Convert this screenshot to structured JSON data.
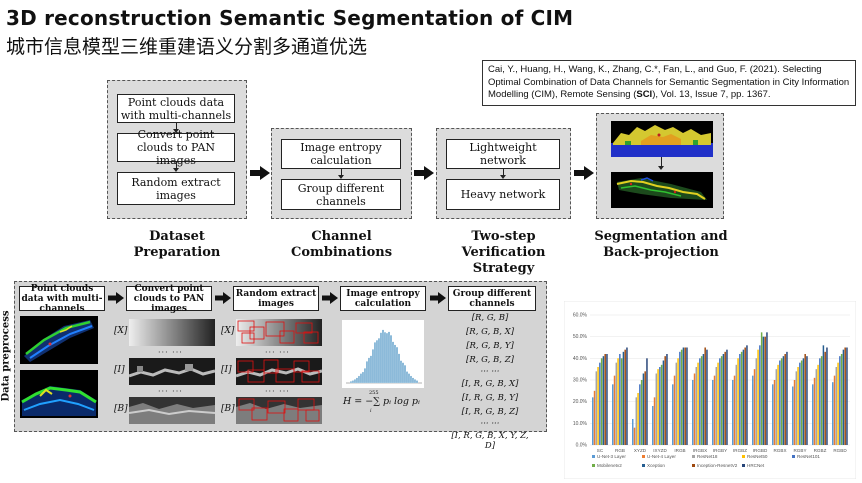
{
  "title_en": "3D reconstruction Semantic Segmentation of CIM",
  "title_zh": "城市信息模型三维重建语义分割多通道优选",
  "citation": {
    "pre": "Cai, Y., Huang, H., Wang, K., Zhang, C.*, Fan, L., and Guo, F. (2021). Selecting Optimal Combination of Data Channels for Semantic Segmentation in City Information Modelling (CIM), Remote Sensing (",
    "bold": "SCI",
    "post": "), Vol. 13, Issue 7, pp. 1367."
  },
  "stages": [
    {
      "label": "Dataset Preparation",
      "boxes": [
        "Point clouds data with multi-channels",
        "Convert point clouds to PAN images",
        "Random extract images"
      ]
    },
    {
      "label": "Channel Combinations",
      "boxes": [
        "Image entropy calculation",
        "Group different channels"
      ]
    },
    {
      "label": "Two-step Verification Strategy",
      "boxes": [
        "Lightweight network",
        "Heavy network"
      ]
    },
    {
      "label": "Segmentation and Back-projection",
      "boxes": []
    }
  ],
  "preprocess": {
    "side_label": "Data preprocess",
    "headers": [
      "Point clouds data with multi-channels",
      "Convert point clouds to PAN images",
      "Random extract images",
      "Image entropy calculation",
      "Group different channels"
    ],
    "channel_labels": [
      "[X]",
      "[I]",
      "[B]"
    ],
    "ellipsis": "··· ···",
    "formula": "H = −∑ pᵢ log pᵢ",
    "formula_upper": "255",
    "formula_lower": "i",
    "groups": [
      "[R, G, B]",
      "[R, G, B, X]",
      "[R, G, B, Y]",
      "[R, G, B, Z]",
      "··· ···",
      "[I, R, G, B, X]",
      "[I, R, G, B, Y]",
      "[I, R, G, B, Z]",
      "··· ···",
      "[I, R, G, B, X, Y, Z, D]"
    ]
  },
  "chart_data": {
    "type": "bar",
    "title": "",
    "ylim": [
      0,
      60
    ],
    "yticks": [
      "0.0%",
      "10.0%",
      "20.0%",
      "30.0%",
      "40.0%",
      "50.0%",
      "60.0%"
    ],
    "categories": [
      "SC",
      "RGB",
      "XYZD",
      "IXYZD",
      "IRGB",
      "IRGBX",
      "IRGBY",
      "IRGBZ",
      "IRGBD",
      "RGBX",
      "RGBY",
      "RGBZ",
      "RGBD"
    ],
    "series": [
      {
        "name": "U-Net-3 Layer",
        "color": "#5b9bd5",
        "values": [
          22,
          28,
          12,
          18,
          28,
          30,
          30,
          30,
          32,
          28,
          27,
          28,
          29
        ]
      },
      {
        "name": "U-Net-4 Layer",
        "color": "#ed7d31",
        "values": [
          25,
          32,
          8,
          22,
          32,
          33,
          32,
          32,
          35,
          30,
          30,
          31,
          32
        ]
      },
      {
        "name": "ResNet18",
        "color": "#a5a5a5",
        "values": [
          34,
          38,
          22,
          33,
          38,
          36,
          36,
          37,
          40,
          35,
          34,
          35,
          36
        ]
      },
      {
        "name": "ResNet50",
        "color": "#ffc000",
        "values": [
          36,
          40,
          24,
          35,
          40,
          38,
          38,
          40,
          44,
          37,
          36,
          37,
          38
        ]
      },
      {
        "name": "ResNet101",
        "color": "#4472c4",
        "values": [
          38,
          42,
          28,
          36,
          43,
          40,
          40,
          42,
          46,
          39,
          38,
          40,
          41
        ]
      },
      {
        "name": "Mobilenetv2",
        "color": "#70ad47",
        "values": [
          40,
          40,
          30,
          37,
          44,
          41,
          41,
          43,
          52,
          40,
          39,
          41,
          42
        ]
      },
      {
        "name": "Xception",
        "color": "#255e91",
        "values": [
          41,
          43,
          33,
          39,
          45,
          42,
          42,
          44,
          50,
          41,
          40,
          46,
          44
        ]
      },
      {
        "name": "Inception-ResnetV2",
        "color": "#9e480e",
        "values": [
          42,
          44,
          34,
          41,
          45,
          45,
          43,
          45,
          50,
          42,
          42,
          43,
          45
        ]
      },
      {
        "name": "HRCNet",
        "color": "#264478",
        "values": [
          42,
          45,
          40,
          42,
          45,
          44,
          44,
          46,
          52,
          43,
          41,
          45,
          45
        ]
      }
    ]
  }
}
